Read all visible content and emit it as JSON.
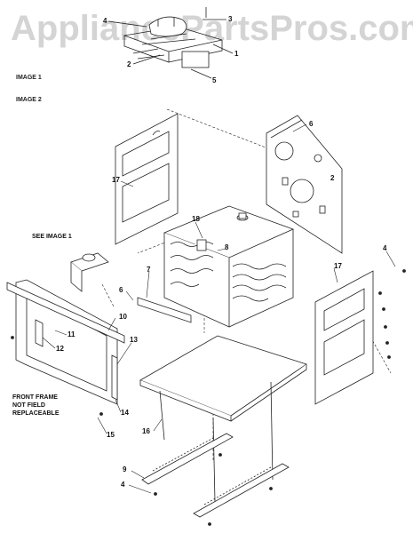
{
  "watermark": "AppliancePartsPros.com",
  "headers": {
    "image1": "IMAGE 1",
    "image2": "IMAGE 2"
  },
  "notes": {
    "see_image_1": "SEE IMAGE 1",
    "front_frame": [
      "FRONT FRAME",
      "NOT FIELD",
      "REPLACEABLE"
    ]
  },
  "callouts": [
    {
      "id": "c-4a",
      "text": "4"
    },
    {
      "id": "c-3",
      "text": "3"
    },
    {
      "id": "c-1",
      "text": "1"
    },
    {
      "id": "c-2",
      "text": "2"
    },
    {
      "id": "c-5",
      "text": "5"
    },
    {
      "id": "c-6a",
      "text": "6"
    },
    {
      "id": "c-17a",
      "text": "17"
    },
    {
      "id": "c-2b",
      "text": "2"
    },
    {
      "id": "c-18",
      "text": "18"
    },
    {
      "id": "c-8a",
      "text": "8"
    },
    {
      "id": "c-4b",
      "text": "4"
    },
    {
      "id": "c-7",
      "text": "7"
    },
    {
      "id": "c-6b",
      "text": "6"
    },
    {
      "id": "c-17b",
      "text": "17"
    },
    {
      "id": "c-10",
      "text": "10"
    },
    {
      "id": "c-11",
      "text": "11"
    },
    {
      "id": "c-12",
      "text": "12"
    },
    {
      "id": "c-13",
      "text": "13"
    },
    {
      "id": "c-14",
      "text": "14"
    },
    {
      "id": "c-15",
      "text": "15"
    },
    {
      "id": "c-16",
      "text": "16"
    },
    {
      "id": "c-9",
      "text": "9"
    },
    {
      "id": "c-4c",
      "text": "4"
    }
  ]
}
